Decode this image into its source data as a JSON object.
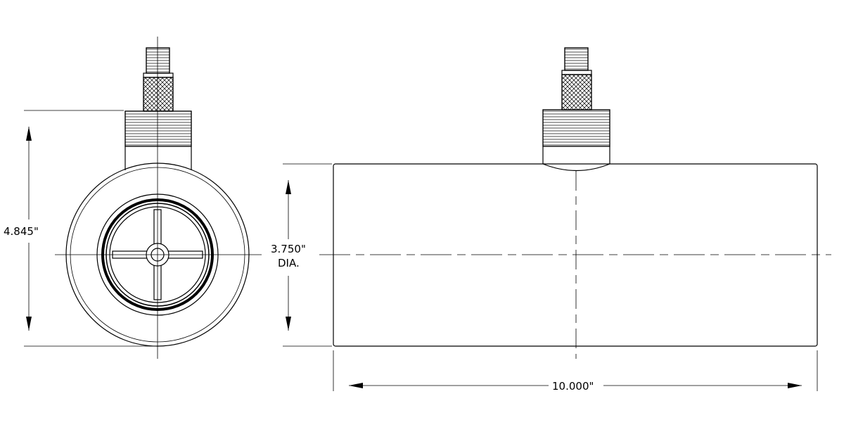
{
  "dimensions": {
    "height": "4.845\"",
    "diameter": "3.750\"",
    "diameter_suffix": "DIA.",
    "length": "10.000\""
  },
  "colors": {
    "line": "#000000",
    "background": "#ffffff"
  }
}
